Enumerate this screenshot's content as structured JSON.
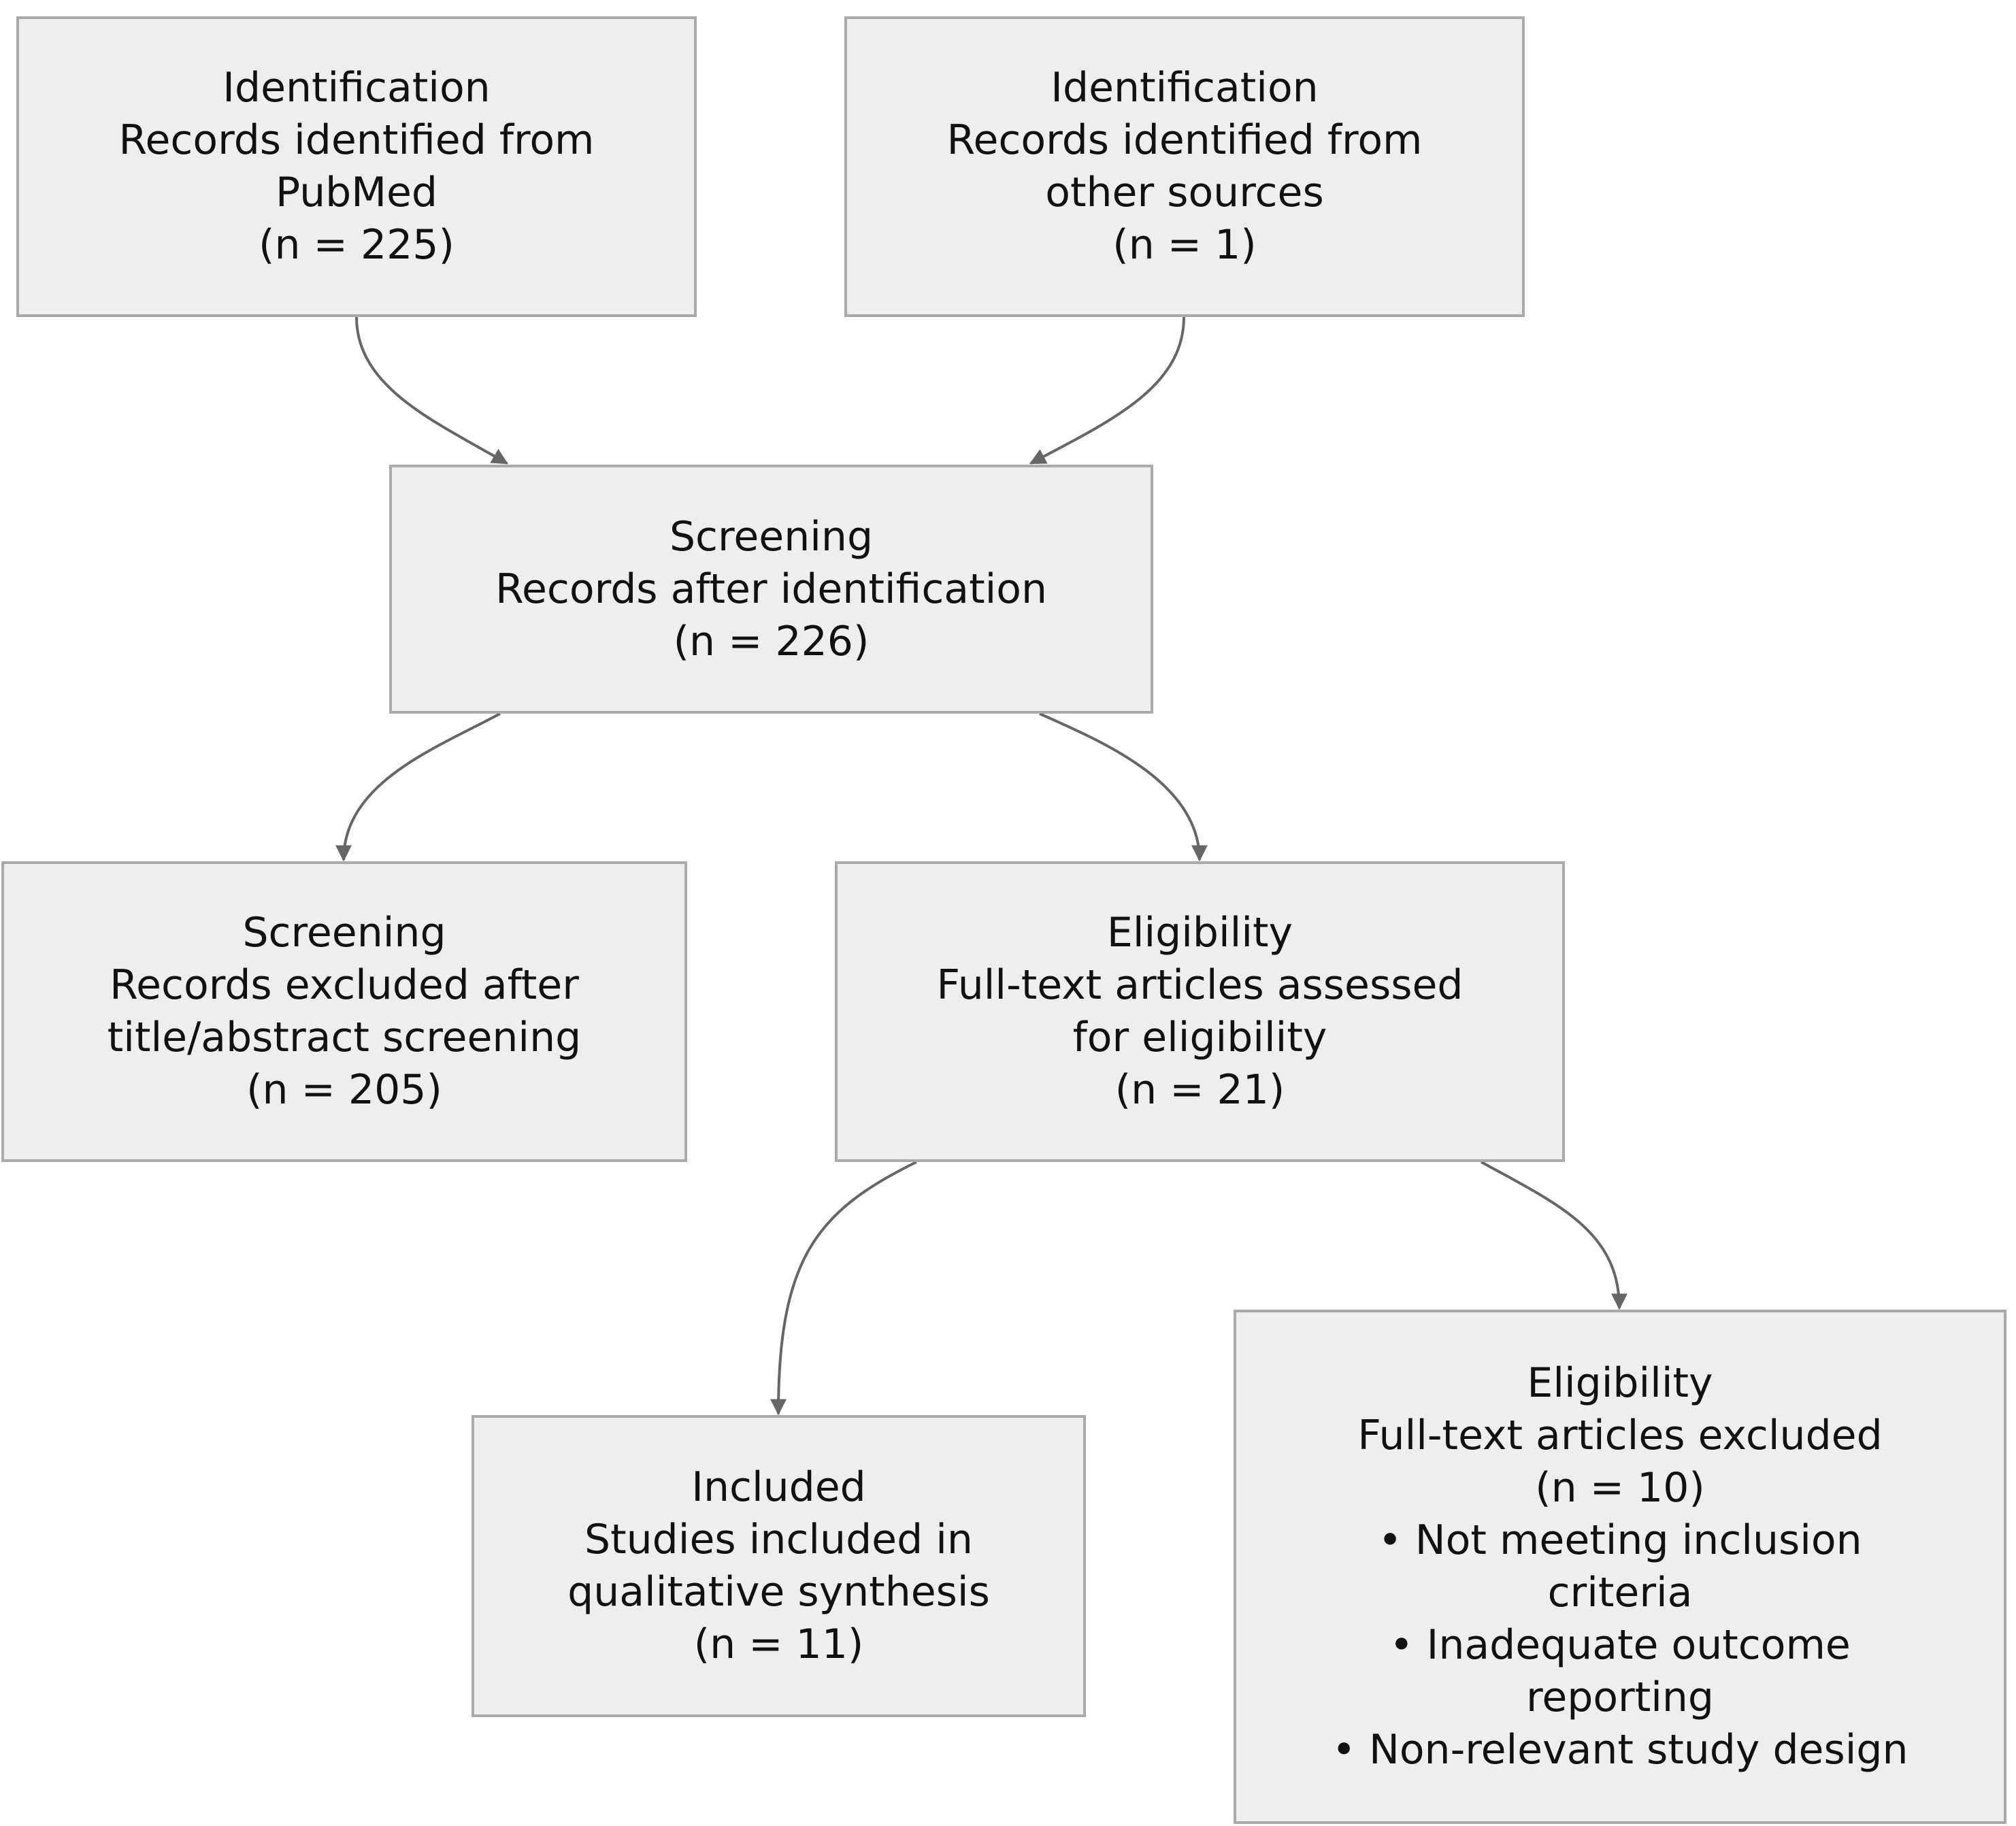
{
  "colors": {
    "box_fill": "#eeeeee",
    "box_border": "#aaaaaa",
    "arrow": "#666666",
    "text": "#111111"
  },
  "boxes": {
    "pubmed": {
      "stage": "Identification",
      "desc_line1": "Records identified from",
      "desc_line2": "PubMed",
      "count": "(n = 225)"
    },
    "other": {
      "stage": "Identification",
      "desc_line1": "Records identified from",
      "desc_line2": "other sources",
      "count": "(n = 1)"
    },
    "screening": {
      "stage": "Screening",
      "desc_line1": "Records after identification",
      "count": "(n = 226)"
    },
    "excluded": {
      "stage": "Screening",
      "desc_line1": "Records excluded after",
      "desc_line2": "title/abstract screening",
      "count": "(n = 205)"
    },
    "fulltext": {
      "stage": "Eligibility",
      "desc_line1": "Full-text articles assessed",
      "desc_line2": "for eligibility",
      "count": "(n = 21)"
    },
    "included": {
      "stage": "Included",
      "desc_line1": "Studies included in",
      "desc_line2": "qualitative synthesis",
      "count": "(n = 11)"
    },
    "ft_excluded": {
      "stage": "Eligibility",
      "desc_line1": "Full-text articles excluded",
      "count": "(n = 10)",
      "reasons": [
        [
          "• Not meeting inclusion",
          "criteria"
        ],
        [
          "• Inadequate outcome",
          "reporting"
        ],
        [
          "• Non-relevant study design"
        ]
      ]
    }
  },
  "edges": [
    {
      "from": "pubmed",
      "to": "screening"
    },
    {
      "from": "other",
      "to": "screening"
    },
    {
      "from": "screening",
      "to": "excluded"
    },
    {
      "from": "screening",
      "to": "fulltext"
    },
    {
      "from": "fulltext",
      "to": "included"
    },
    {
      "from": "fulltext",
      "to": "ft_excluded"
    }
  ]
}
